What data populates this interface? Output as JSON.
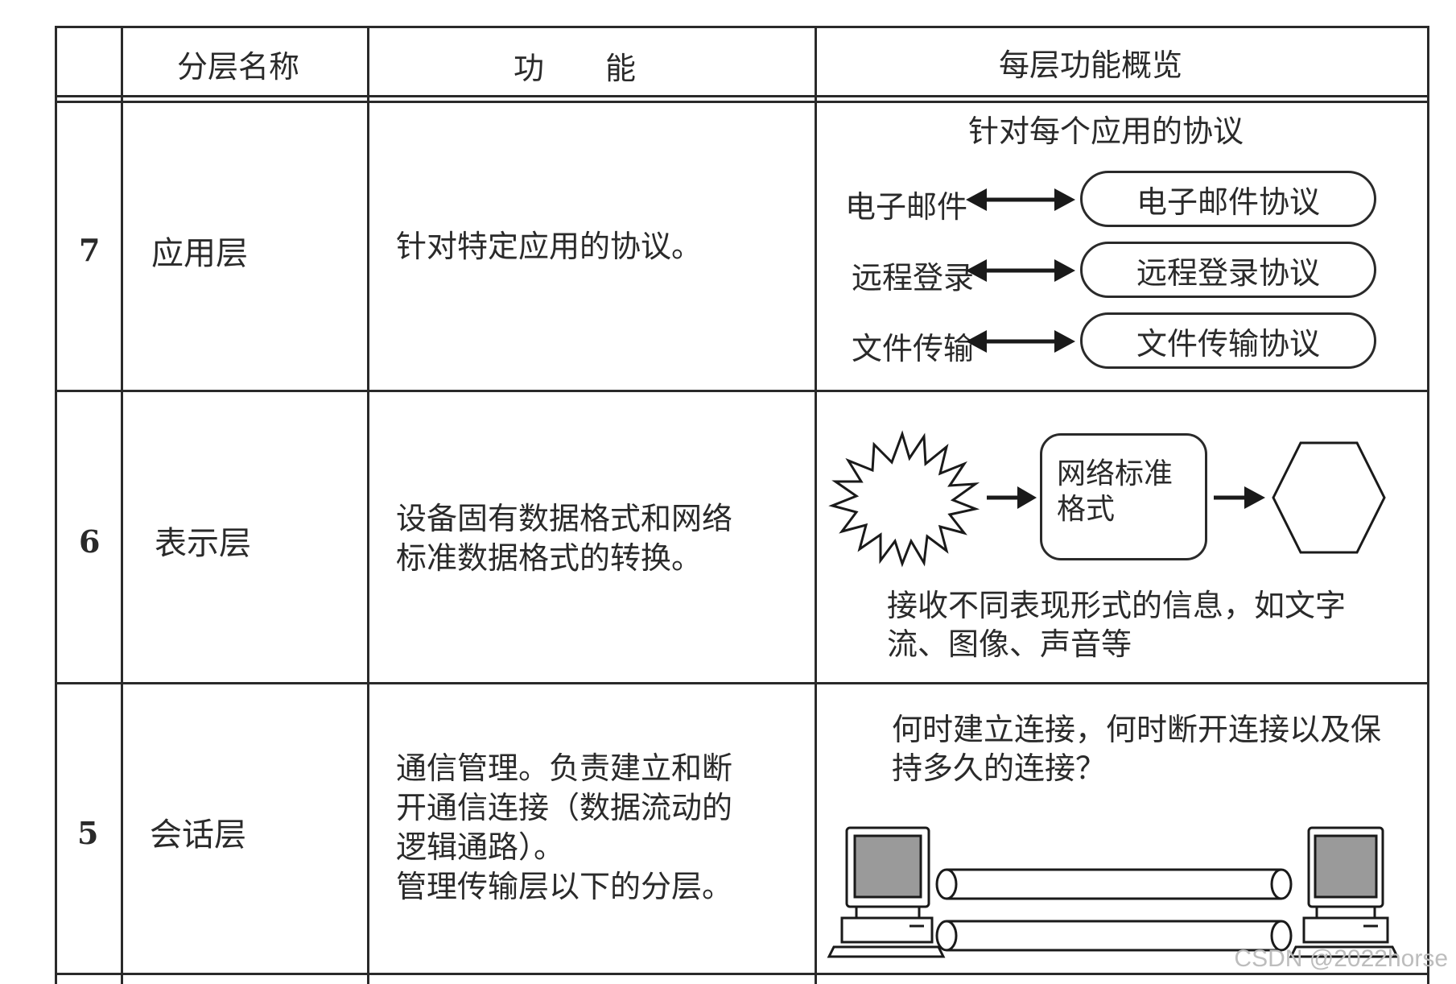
{
  "header": {
    "col_name": "分层名称",
    "col_function": "功　　能",
    "col_overview": "每层功能概览"
  },
  "rows": [
    {
      "num": "7",
      "name": "应用层",
      "function": "针对特定应用的协议。",
      "overview": {
        "caption": "针对每个应用的协议",
        "pairs": [
          {
            "app": "电子邮件",
            "protocol": "电子邮件协议"
          },
          {
            "app": "远程登录",
            "protocol": "远程登录协议"
          },
          {
            "app": "文件传输",
            "protocol": "文件传输协议"
          }
        ]
      }
    },
    {
      "num": "6",
      "name": "表示层",
      "function": "设备固有数据格式和网络标准数据格式的转换。",
      "overview": {
        "box_label": "网络标准格式",
        "caption": "接收不同表现形式的信息，如文字流、图像、声音等"
      }
    },
    {
      "num": "5",
      "name": "会话层",
      "function_lines": [
        "通信管理。负责建立和断开通信连接（数据流动的逻辑通路）。",
        "管理传输层以下的分层。"
      ],
      "overview": {
        "caption": "何时建立连接，何时断开连接以及保持多久的连接？"
      }
    }
  ],
  "watermark": "CSDN @2022horse"
}
